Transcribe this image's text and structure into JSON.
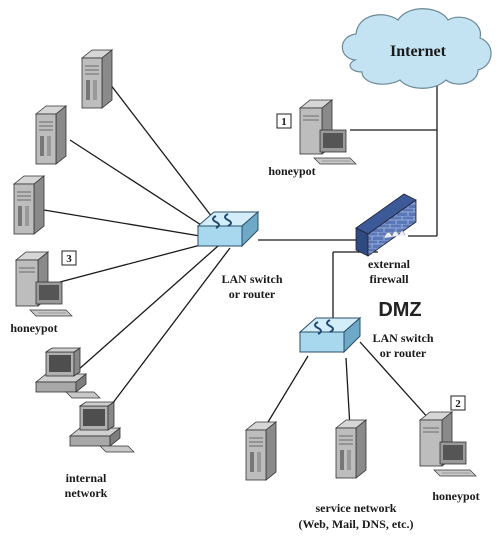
{
  "labels": {
    "internet": "Internet",
    "dmz": "DMZ",
    "lan_switch_top_line1": "LAN switch",
    "lan_switch_top_line2": "or router",
    "lan_switch_dmz_line1": "LAN switch",
    "lan_switch_dmz_line2": "or router",
    "firewall_line1": "external",
    "firewall_line2": "firewall",
    "honeypot_1": "honeypot",
    "honeypot_2": "honeypot",
    "honeypot_3": "honeypot",
    "internal_network_line1": "internal",
    "internal_network_line2": "network",
    "service_network_line1": "service network",
    "service_network_line2": "(Web, Mail, DNS, etc.)"
  },
  "markers": {
    "m1": "1",
    "m2": "2",
    "m3": "3"
  },
  "colors": {
    "cloud": "#c4e3f2",
    "switch": "#a8d8ee",
    "firewall": "#5a78b8",
    "device_body": "#b9b9b9",
    "device_dark": "#7d7d7d"
  }
}
